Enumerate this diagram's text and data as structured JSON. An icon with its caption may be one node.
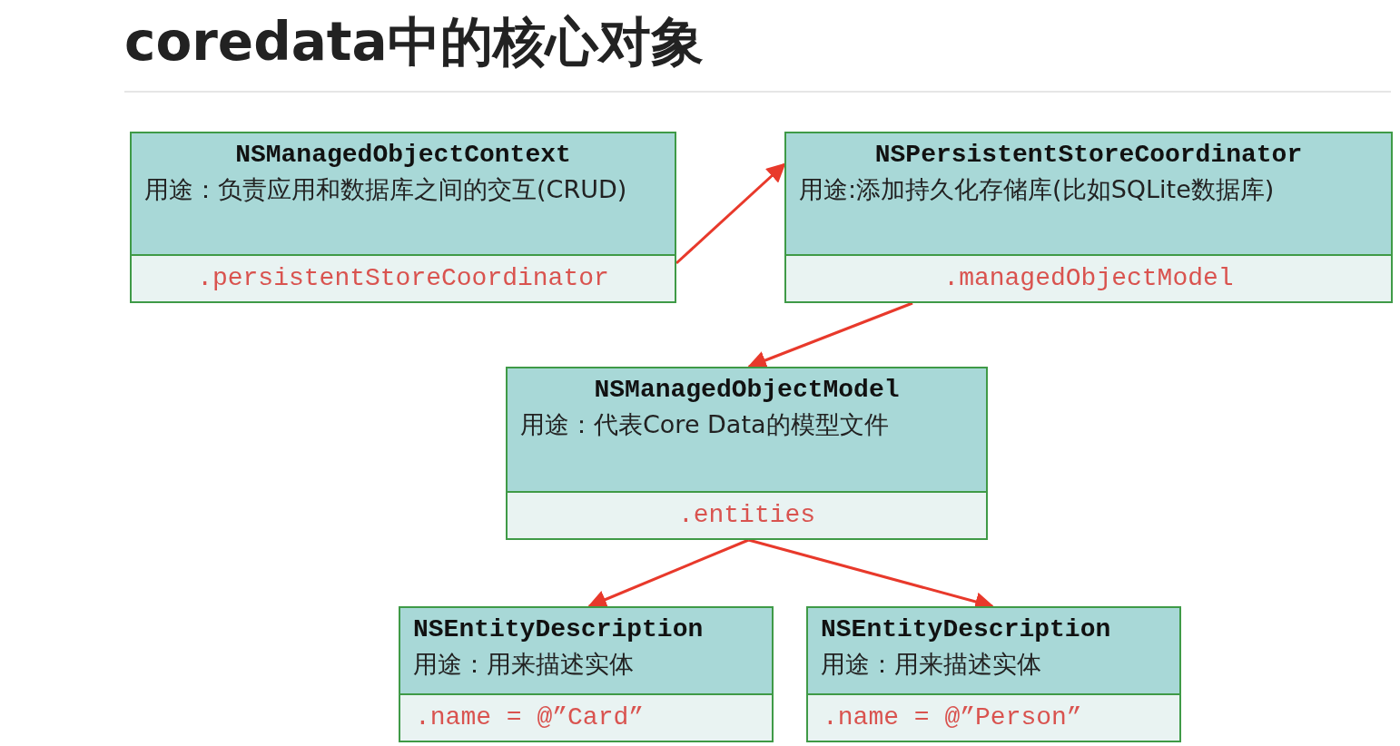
{
  "diagram": {
    "title": "coredata中的核心对象",
    "nodes": [
      {
        "text": [
          "NSManagedObjectContext",
          "用途：负责应用和数据库之间的交互(CRUD)",
          ".persistentStoreCoordinator"
        ]
      },
      {
        "text": [
          "NSPersistentStoreCoordinator",
          "用途:添加持久化存储库(比如SQLite数据库)",
          ".managedObjectModel"
        ]
      },
      {
        "text": [
          "NSManagedObjectModel",
          "用途：代表Core Data的模型文件",
          ".entities"
        ]
      },
      {
        "text": [
          "NSEntityDescription",
          "用途：用来描述实体",
          ".name = @”Card”"
        ]
      },
      {
        "text": [
          "NSEntityDescription",
          "用途：用来描述实体",
          ".name = @”Person”"
        ]
      }
    ],
    "edges": [
      {
        "from": 0,
        "to": 1,
        "arrow": "to"
      },
      {
        "from": 1,
        "to": 2,
        "arrow": "to"
      },
      {
        "from": 2,
        "to": 3,
        "arrow": "to"
      },
      {
        "from": 2,
        "to": 4,
        "arrow": "to"
      }
    ]
  }
}
